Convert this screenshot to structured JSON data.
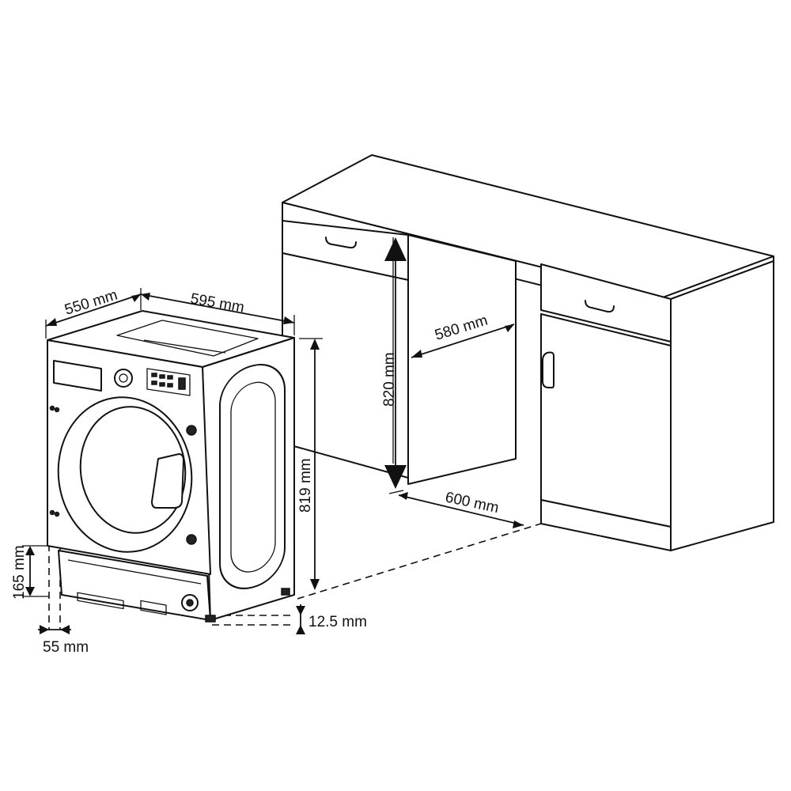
{
  "dimensions": {
    "machine_depth": "550 mm",
    "machine_width": "595 mm",
    "machine_height": "819 mm",
    "niche_height": "820 mm",
    "niche_width": "580 mm",
    "niche_depth": "600 mm",
    "plinth_height": "165 mm",
    "plinth_setback": "55 mm",
    "foot_adjust": "12.5 mm"
  },
  "colors": {
    "line": "#111111",
    "background": "#ffffff",
    "surface": "#f4f4f4"
  }
}
